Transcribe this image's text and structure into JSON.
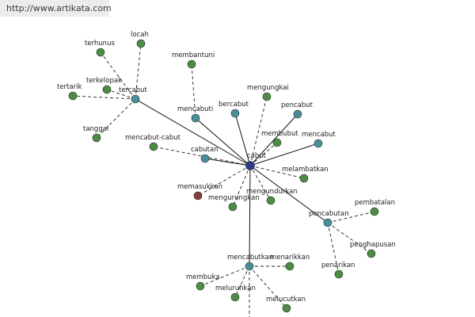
{
  "watermark": "http://www.artikata.com",
  "colors": {
    "background": "#ffffff",
    "solid_edge": "#111111",
    "dashed_edge": "#222222",
    "center_node": "#2b3a8f",
    "hub_node": "#4a8e9c",
    "leaf_node": "#4e8c46",
    "special_node": "#8a3a3a"
  },
  "nodes": [
    {
      "id": "cabut",
      "label": "cabut",
      "kind": "center"
    },
    {
      "id": "tercabut",
      "label": "tercabut",
      "kind": "hub"
    },
    {
      "id": "mencabuti",
      "label": "mencabuti",
      "kind": "hub"
    },
    {
      "id": "bercabut",
      "label": "bercabut",
      "kind": "hub"
    },
    {
      "id": "pencabut",
      "label": "pencabut",
      "kind": "hub"
    },
    {
      "id": "mencabut",
      "label": "mencabut",
      "kind": "hub"
    },
    {
      "id": "cabutan",
      "label": "cabutan",
      "kind": "hub"
    },
    {
      "id": "pencabutan",
      "label": "pencabutan",
      "kind": "hub"
    },
    {
      "id": "mencabutkan",
      "label": "mencabutkan",
      "kind": "hub"
    },
    {
      "id": "terhunus",
      "label": "terhunus",
      "kind": "leaf"
    },
    {
      "id": "locah",
      "label": "locah",
      "kind": "leaf"
    },
    {
      "id": "terkelopak",
      "label": "terkelopak",
      "kind": "leaf"
    },
    {
      "id": "tertarik",
      "label": "tertarik",
      "kind": "leaf"
    },
    {
      "id": "tanggal",
      "label": "tanggal",
      "kind": "leaf"
    },
    {
      "id": "mencabut-cabut",
      "label": "mencabut-cabut",
      "kind": "leaf"
    },
    {
      "id": "membantuni",
      "label": "membantuni",
      "kind": "leaf"
    },
    {
      "id": "mengungkai",
      "label": "mengungkai",
      "kind": "leaf"
    },
    {
      "id": "membubut",
      "label": "membubut",
      "kind": "leaf"
    },
    {
      "id": "melambatkan",
      "label": "melambatkan",
      "kind": "leaf"
    },
    {
      "id": "memasukkan",
      "label": "memasukkan",
      "kind": "special"
    },
    {
      "id": "mengurungkan",
      "label": "mengurungkan",
      "kind": "leaf"
    },
    {
      "id": "mengundurkan",
      "label": "mengundurkan",
      "kind": "leaf"
    },
    {
      "id": "pembatalan",
      "label": "pembatalan",
      "kind": "leaf"
    },
    {
      "id": "penghapusan",
      "label": "penghapusan",
      "kind": "leaf"
    },
    {
      "id": "penarikan",
      "label": "penarikan",
      "kind": "leaf"
    },
    {
      "id": "menarikkan",
      "label": "menarikkan",
      "kind": "leaf"
    },
    {
      "id": "membuka",
      "label": "membuka",
      "kind": "leaf"
    },
    {
      "id": "meluruhkan",
      "label": "meluruhkan",
      "kind": "leaf"
    },
    {
      "id": "melucutkan",
      "label": "melucutkan",
      "kind": "leaf"
    }
  ],
  "edges": [
    {
      "from": "cabut",
      "to": "tercabut",
      "style": "solid"
    },
    {
      "from": "cabut",
      "to": "mencabuti",
      "style": "solid"
    },
    {
      "from": "cabut",
      "to": "bercabut",
      "style": "solid"
    },
    {
      "from": "cabut",
      "to": "pencabut",
      "style": "solid"
    },
    {
      "from": "cabut",
      "to": "mencabut",
      "style": "solid"
    },
    {
      "from": "cabut",
      "to": "cabutan",
      "style": "solid"
    },
    {
      "from": "cabut",
      "to": "pencabutan",
      "style": "solid"
    },
    {
      "from": "cabut",
      "to": "mencabutkan",
      "style": "solid"
    },
    {
      "from": "cabut",
      "to": "membubut",
      "style": "dashed"
    },
    {
      "from": "cabut",
      "to": "mengungkai",
      "style": "dashed"
    },
    {
      "from": "cabut",
      "to": "melambatkan",
      "style": "dashed"
    },
    {
      "from": "cabut",
      "to": "memasukkan",
      "style": "dashed"
    },
    {
      "from": "cabut",
      "to": "mengurungkan",
      "style": "dashed"
    },
    {
      "from": "cabut",
      "to": "mengundurkan",
      "style": "dashed"
    },
    {
      "from": "cabut",
      "to": "mencabut-cabut",
      "style": "dashed"
    },
    {
      "from": "tercabut",
      "to": "terhunus",
      "style": "dashed"
    },
    {
      "from": "tercabut",
      "to": "locah",
      "style": "dashed"
    },
    {
      "from": "tercabut",
      "to": "terkelopak",
      "style": "dashed"
    },
    {
      "from": "tercabut",
      "to": "tertarik",
      "style": "dashed"
    },
    {
      "from": "tercabut",
      "to": "tanggal",
      "style": "dashed"
    },
    {
      "from": "mencabuti",
      "to": "membantuni",
      "style": "dashed"
    },
    {
      "from": "pencabutan",
      "to": "pembatalan",
      "style": "dashed"
    },
    {
      "from": "pencabutan",
      "to": "penghapusan",
      "style": "dashed"
    },
    {
      "from": "pencabutan",
      "to": "penarikan",
      "style": "dashed"
    },
    {
      "from": "mencabutkan",
      "to": "menarikkan",
      "style": "dashed"
    },
    {
      "from": "mencabutkan",
      "to": "membuka",
      "style": "dashed"
    },
    {
      "from": "mencabutkan",
      "to": "meluruhkan",
      "style": "dashed"
    },
    {
      "from": "mencabutkan",
      "to": "melucutkan",
      "style": "dashed"
    },
    {
      "from": "mencabutkan",
      "to": "bottom-edge",
      "style": "dashed"
    }
  ]
}
